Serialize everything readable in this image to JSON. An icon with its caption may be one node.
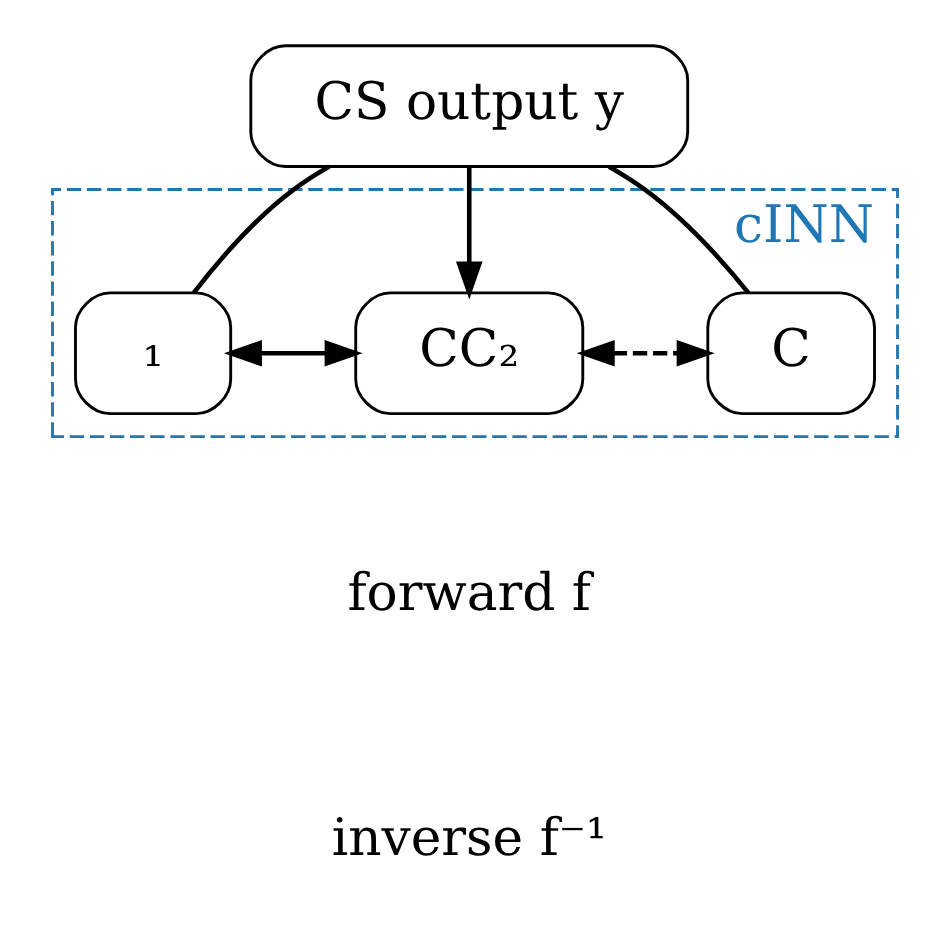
{
  "diagram": {
    "nodes": [
      {
        "text": [
          "CS output y"
        ]
      },
      {
        "text": [
          "cINN"
        ]
      },
      {
        "text": [
          "₁"
        ],
        "in": 1
      },
      {
        "text": [
          "CC₂"
        ],
        "in": 1
      },
      {
        "text": [
          "C"
        ],
        "in": 1
      }
    ],
    "edges": [
      {
        "from": 0,
        "to": 2,
        "arrow": "none"
      },
      {
        "from": 0,
        "to": 3,
        "arrow": "to"
      },
      {
        "from": 0,
        "to": 4,
        "arrow": "none"
      },
      {
        "from": 2,
        "to": 3,
        "arrow": "both"
      },
      {
        "from": 3,
        "to": 4,
        "arrow": "both",
        "style": "dashed"
      }
    ],
    "legend": [
      {
        "text": "forward f"
      },
      {
        "text": "inverse f⁻¹"
      }
    ]
  }
}
